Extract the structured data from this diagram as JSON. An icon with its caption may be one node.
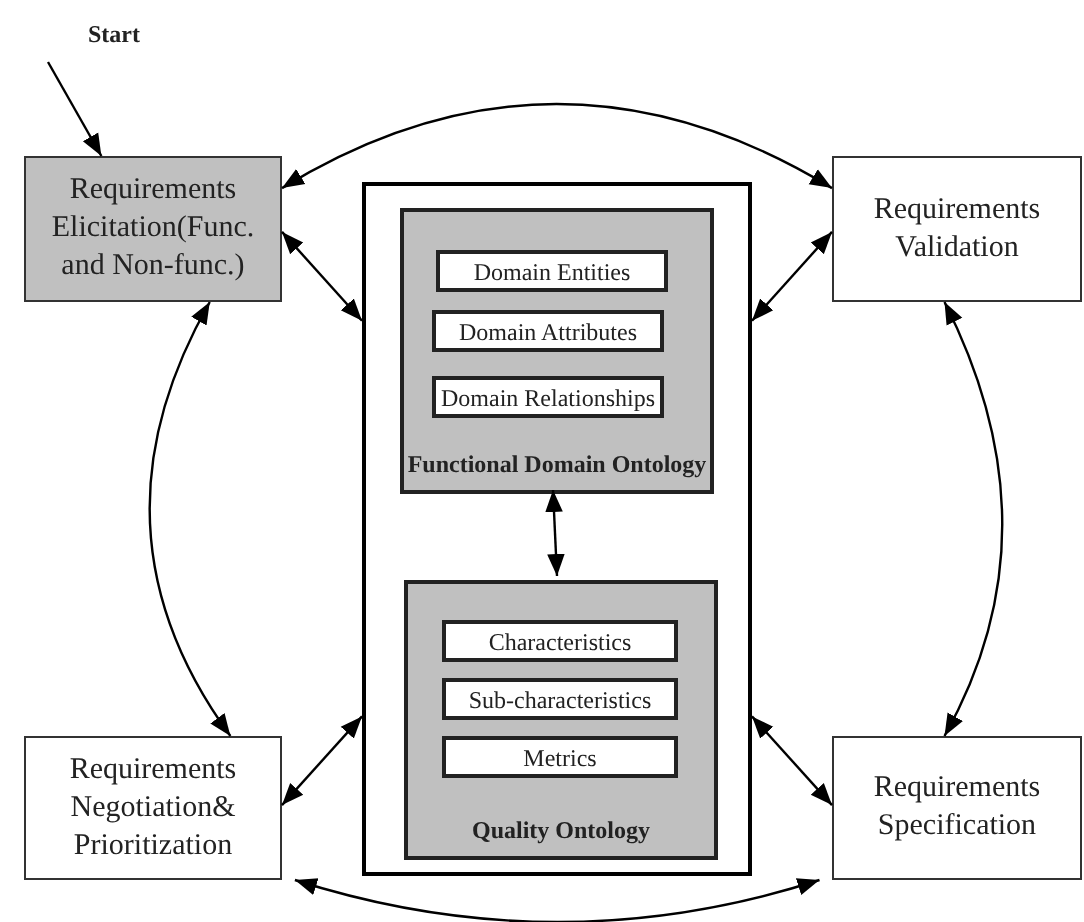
{
  "diagram": {
    "nodes": [
      {
        "text": [
          "Requirements Elicitation(Func. and Non-func.)"
        ]
      },
      {
        "text": [
          "Requirements Validation"
        ]
      },
      {
        "text": [],
        "shape": "box"
      },
      {
        "text": [
          "Functional Domain Ontology"
        ],
        "in": 2
      },
      {
        "text": [
          "Domain Entities"
        ],
        "in": 3
      },
      {
        "text": [
          "Domain Attributes"
        ],
        "in": 3
      },
      {
        "text": [
          "Domain Relationships"
        ],
        "in": 3
      },
      {
        "text": [
          "Quality Ontology"
        ],
        "in": 2
      },
      {
        "text": [
          "Characteristics"
        ],
        "in": 7
      },
      {
        "text": [
          "Sub-characteristics"
        ],
        "in": 7
      },
      {
        "text": [
          "Metrics"
        ],
        "in": 7
      },
      {
        "text": [
          "Requirements Negotiation& Prioritization"
        ]
      },
      {
        "text": [
          "Requirements Specification"
        ]
      }
    ],
    "edges": [
      {
        "from": null,
        "to": 0,
        "arrow": "to"
      },
      {
        "from": 0,
        "to": 1,
        "arrow": "both"
      },
      {
        "from": 0,
        "to": 2,
        "arrow": "both"
      },
      {
        "from": 1,
        "to": 2,
        "arrow": "both"
      },
      {
        "from": 0,
        "to": 11,
        "arrow": "both"
      },
      {
        "from": 1,
        "to": 12,
        "arrow": "both"
      },
      {
        "from": 3,
        "to": 7,
        "arrow": "both"
      },
      {
        "from": 11,
        "to": 2,
        "arrow": "both"
      },
      {
        "from": 12,
        "to": 2,
        "arrow": "both"
      },
      {
        "from": 11,
        "to": 12,
        "arrow": "both"
      }
    ],
    "labels": [
      "Start"
    ]
  }
}
